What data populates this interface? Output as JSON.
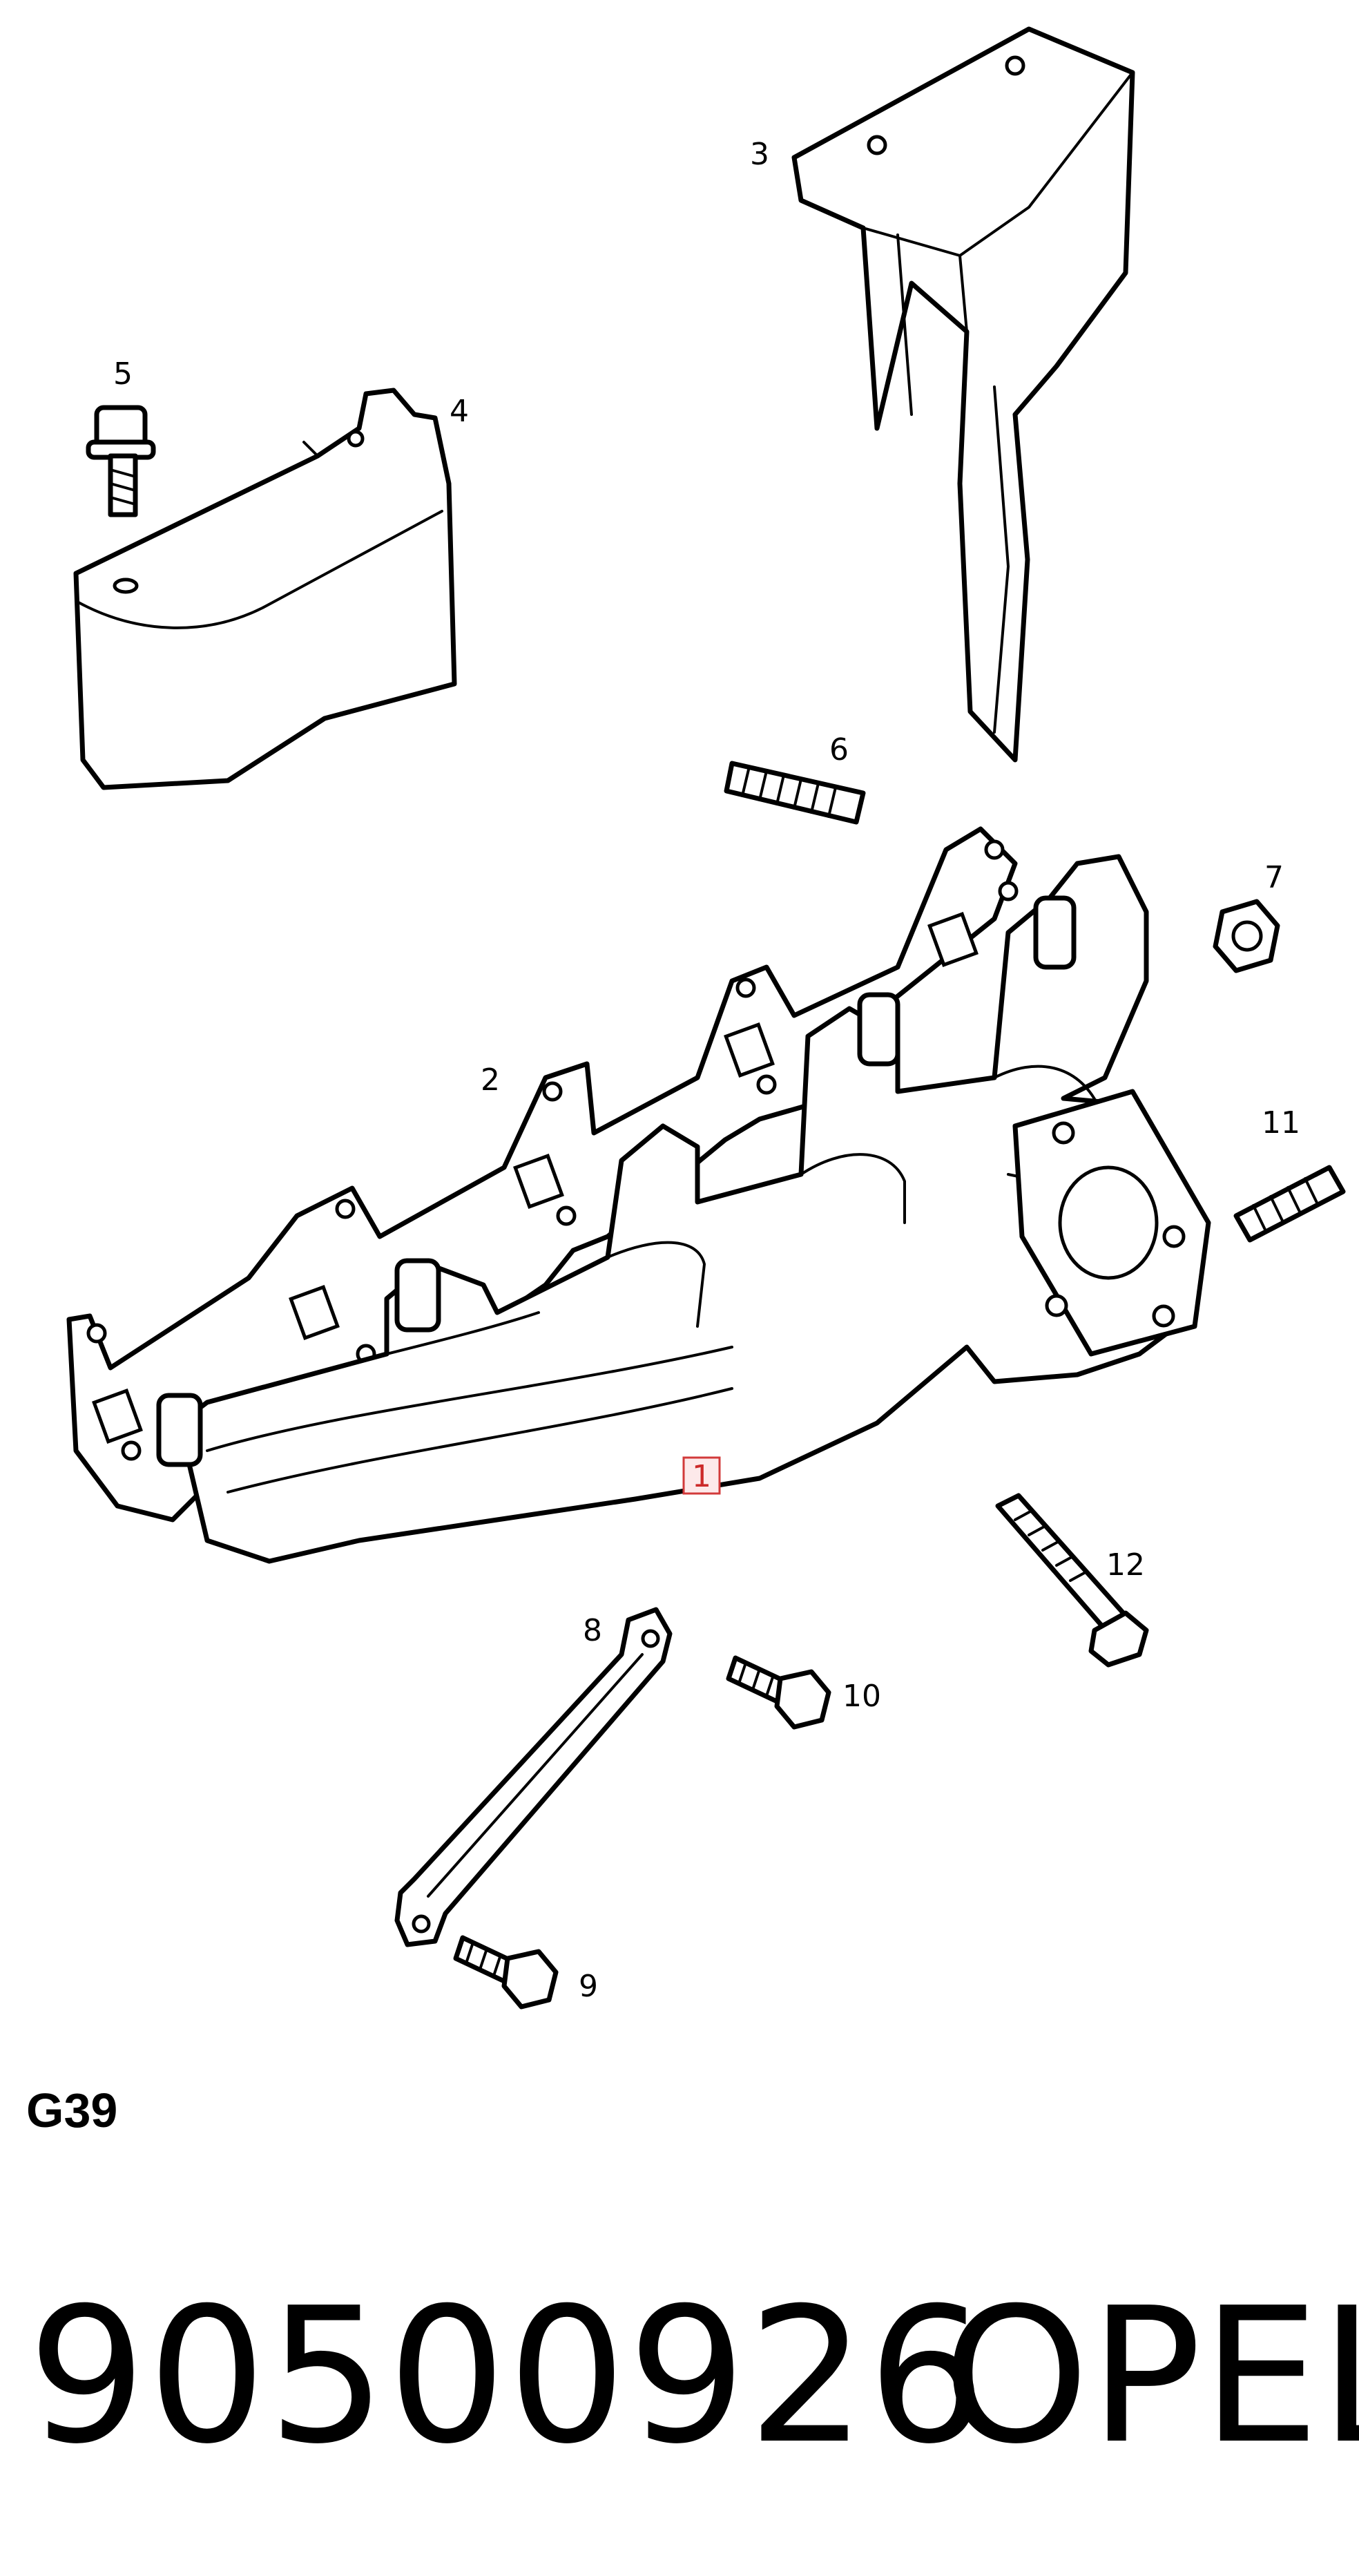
{
  "diagram": {
    "callouts": {
      "c1": "1",
      "c2": "2",
      "c3": "3",
      "c4": "4",
      "c5": "5",
      "c6": "6",
      "c7": "7",
      "c8": "8",
      "c9": "9",
      "c10": "10",
      "c11": "11",
      "c12": "12"
    },
    "highlighted_callout": "1",
    "highlight_color": "#d23a3a"
  },
  "section_code": "G39",
  "part_number": "90500926",
  "brand": "OPEL"
}
